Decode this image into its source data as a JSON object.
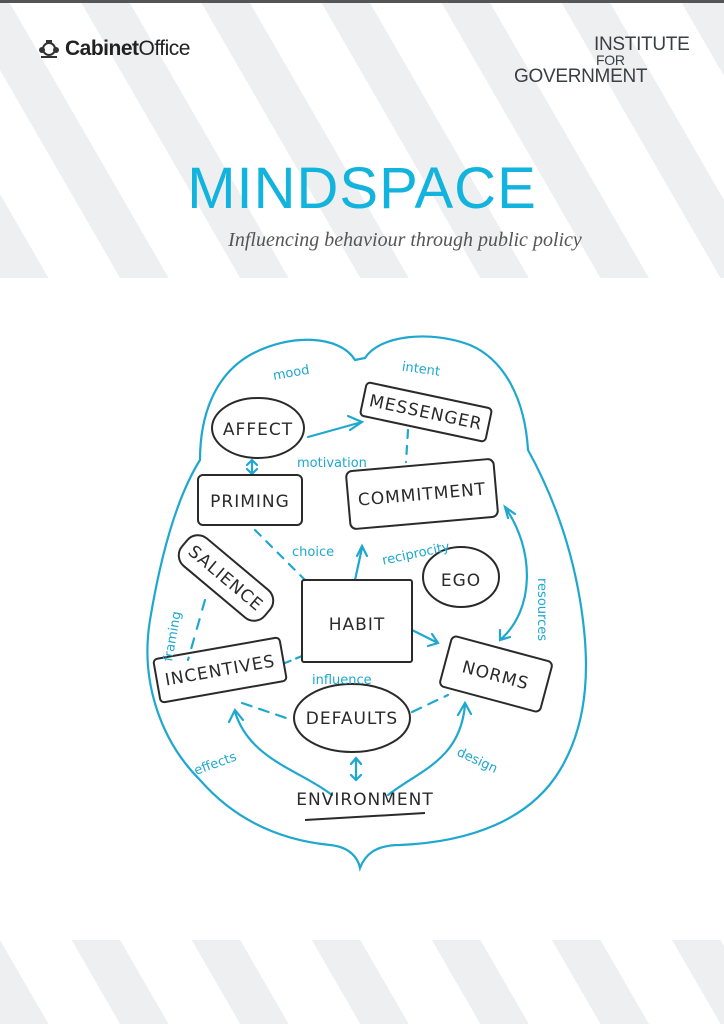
{
  "header": {
    "left_logo": {
      "bold": "Cabinet",
      "regular": "Office"
    },
    "right_logo": {
      "line1": "INSTITUTE",
      "line2": "FOR",
      "line3": "GOVERNMENT"
    }
  },
  "title": "MINDSPACE",
  "subtitle": "Influencing behaviour through public policy",
  "diagram": {
    "concepts": {
      "affect": "AFFECT",
      "messenger": "MESSENGER",
      "priming": "PRIMING",
      "commitment": "COMMITMENT",
      "salience": "SALIENCE",
      "ego": "EGO",
      "habit": "HABIT",
      "incentives": "INCENTIVES",
      "norms": "NORMS",
      "defaults": "DEFAULTS",
      "environment": "ENVIRONMENT"
    },
    "annotations": {
      "mood": "mood",
      "intent": "intent",
      "motivation": "motivation",
      "choice": "choice",
      "reciprocity": "reciprocity",
      "framing": "framing",
      "resources": "resources",
      "influence": "influence",
      "effects": "effects",
      "design": "design"
    },
    "colors": {
      "accent": "#1fa8cf",
      "ink": "#2a2a2a"
    }
  }
}
